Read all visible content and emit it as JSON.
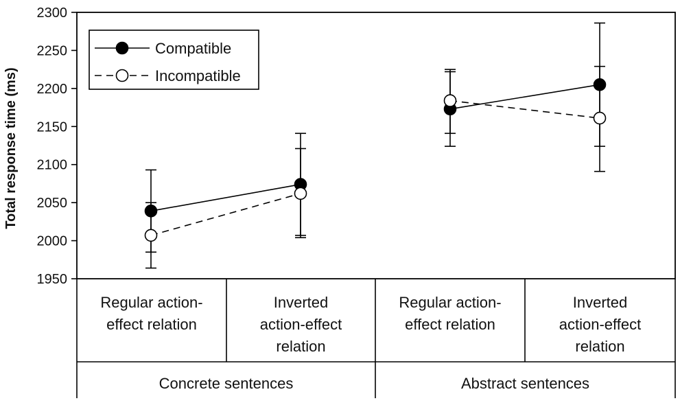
{
  "chart_data": {
    "type": "line",
    "title": "",
    "xlabel": "",
    "ylabel": "Total response time (ms)",
    "ylim": [
      1950,
      2300
    ],
    "yticks": [
      1950,
      2000,
      2050,
      2100,
      2150,
      2200,
      2250,
      2300
    ],
    "categories": [
      [
        "Regular action-",
        "effect relation"
      ],
      [
        "Inverted",
        "action-effect",
        "relation"
      ],
      [
        "Regular action-",
        "effect relation"
      ],
      [
        "Inverted",
        "action-effect",
        "relation"
      ]
    ],
    "groups": [
      {
        "label": "Concrete sentences",
        "categories": [
          0,
          1
        ]
      },
      {
        "label": "Abstract sentences",
        "categories": [
          2,
          3
        ]
      }
    ],
    "series": [
      {
        "name": "Compatible",
        "marker": "filled-circle",
        "line": "solid",
        "segments": [
          [
            0,
            1
          ],
          [
            2,
            3
          ]
        ],
        "values": [
          2039,
          2074,
          2173,
          2205
        ],
        "err_low": [
          1985,
          2007,
          2124,
          2124
        ],
        "err_high": [
          2093,
          2141,
          2222,
          2286
        ]
      },
      {
        "name": "Incompatible",
        "marker": "open-circle",
        "line": "dashed",
        "segments": [
          [
            0,
            1
          ],
          [
            2,
            3
          ]
        ],
        "values": [
          2007,
          2062,
          2184,
          2161
        ],
        "err_low": [
          1964,
          2004,
          2141,
          2091
        ],
        "err_high": [
          2050,
          2121,
          2225,
          2229
        ]
      }
    ],
    "legend": {
      "position": "top-left"
    },
    "grid": false
  }
}
